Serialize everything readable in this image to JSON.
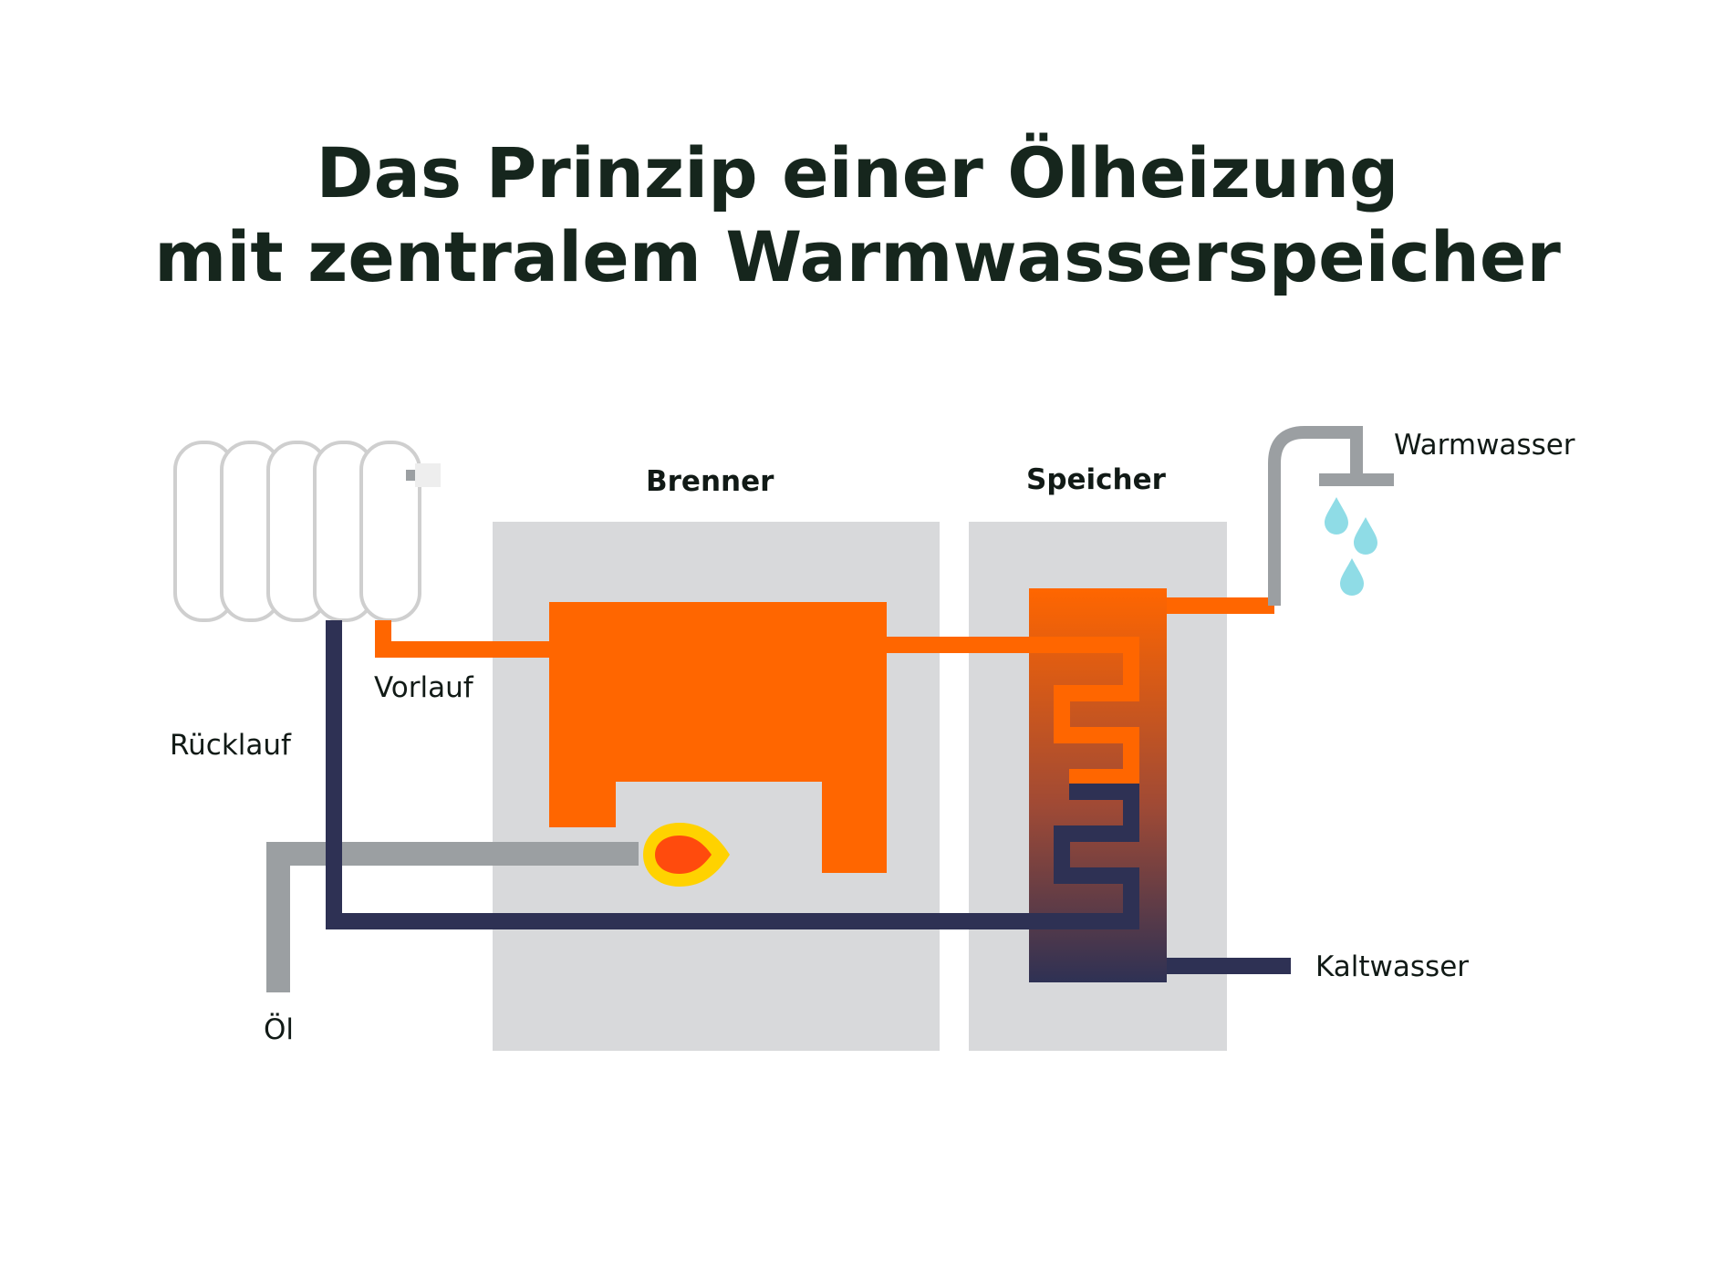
{
  "title": {
    "line1": "Das Prinzip einer Ölheizung",
    "line2": "mit zentralem Warmwasserspeicher"
  },
  "labels": {
    "burner": "Brenner",
    "storage": "Speicher",
    "hot_water": "Warmwasser",
    "cold_water": "Kaltwasser",
    "flow": "Vorlauf",
    "return": "Rücklauf",
    "oil": "Öl"
  },
  "colors": {
    "hot": "#ff6600",
    "cold": "#2e3154",
    "oil_pipe": "#9b9fa2",
    "housing": "#d8d9db",
    "radiator_outline": "#cfcfcf",
    "flame_outer": "#ffd200",
    "water_drop": "#8fdce6",
    "text": "#16261d"
  },
  "icons": {
    "radiator": "radiator-icon",
    "flame": "flame-icon",
    "tap": "tap-icon",
    "drop": "water-drop-icon"
  }
}
